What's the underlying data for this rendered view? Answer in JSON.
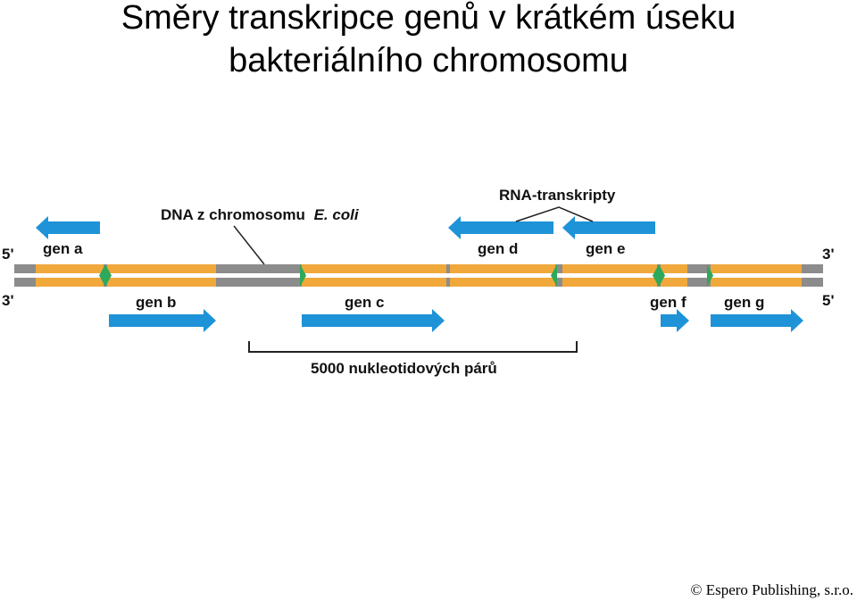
{
  "title": {
    "line1": "Směry transkripce genů v krátkém úseku",
    "line2": "bakteriálního chromosomu"
  },
  "labels": {
    "dna": "DNA z chromosomu",
    "dna_species": "E. coli",
    "rna": "RNA-transkripty",
    "scale": "5000 nukleotidových párů",
    "top_left_end": "5'",
    "top_right_end": "3'",
    "bottom_left_end": "3'",
    "bottom_right_end": "5'"
  },
  "genes": [
    {
      "id": "a",
      "label": "gen a",
      "strand": "top",
      "direction": "left"
    },
    {
      "id": "b",
      "label": "gen b",
      "strand": "bottom",
      "direction": "right"
    },
    {
      "id": "c",
      "label": "gen c",
      "strand": "bottom",
      "direction": "right"
    },
    {
      "id": "d",
      "label": "gen d",
      "strand": "top",
      "direction": "left"
    },
    {
      "id": "e",
      "label": "gen e",
      "strand": "top",
      "direction": "left"
    },
    {
      "id": "f",
      "label": "gen f",
      "strand": "bottom",
      "direction": "right"
    },
    {
      "id": "g",
      "label": "gen g",
      "strand": "bottom",
      "direction": "right"
    }
  ],
  "colors": {
    "gene": "#f1a83b",
    "intergenic": "#8c8c8c",
    "arrow": "#1e93d8",
    "promoter": "#2ea85a"
  },
  "copyright": "© Espero Publishing, s.r.o."
}
